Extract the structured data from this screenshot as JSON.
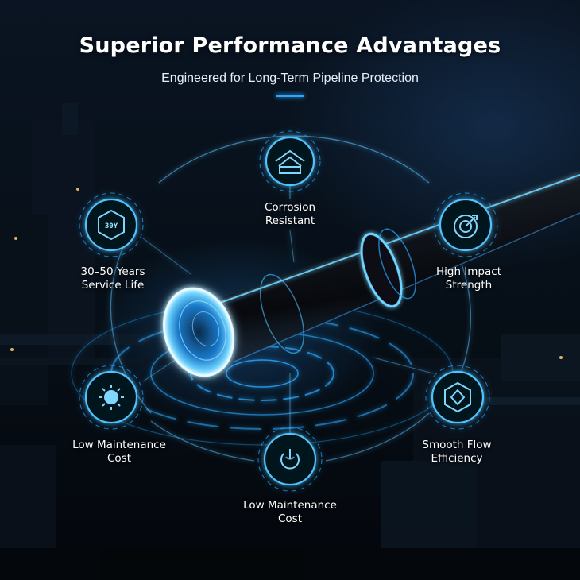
{
  "header": {
    "title": "Superior Performance Advantages",
    "subtitle": "Engineered for Long-Term Pipeline Protection"
  },
  "features": [
    {
      "line1": "Corrosion",
      "line2": "Resistant",
      "icon": "shield-roof-icon"
    },
    {
      "line1": "30–50 Years",
      "line2": "Service Life",
      "icon": "hexagon-counter-icon",
      "icon_text": "30Y"
    },
    {
      "line1": "High Impact",
      "line2": "Strength",
      "icon": "target-icon"
    },
    {
      "line1": "Low Maintenance",
      "line2": "Cost",
      "icon": "sun-gear-icon"
    },
    {
      "line1": "Smooth Flow",
      "line2": "Efficiency",
      "icon": "hexagon-diamond-icon"
    },
    {
      "line1": "Low Maintenance",
      "line2": "Cost",
      "icon": "power-button-icon"
    }
  ],
  "colors": {
    "accent": "#2aa8ff",
    "glow": "#4fc3ff",
    "pipe": "#0d1117",
    "text": "#ffffff"
  }
}
